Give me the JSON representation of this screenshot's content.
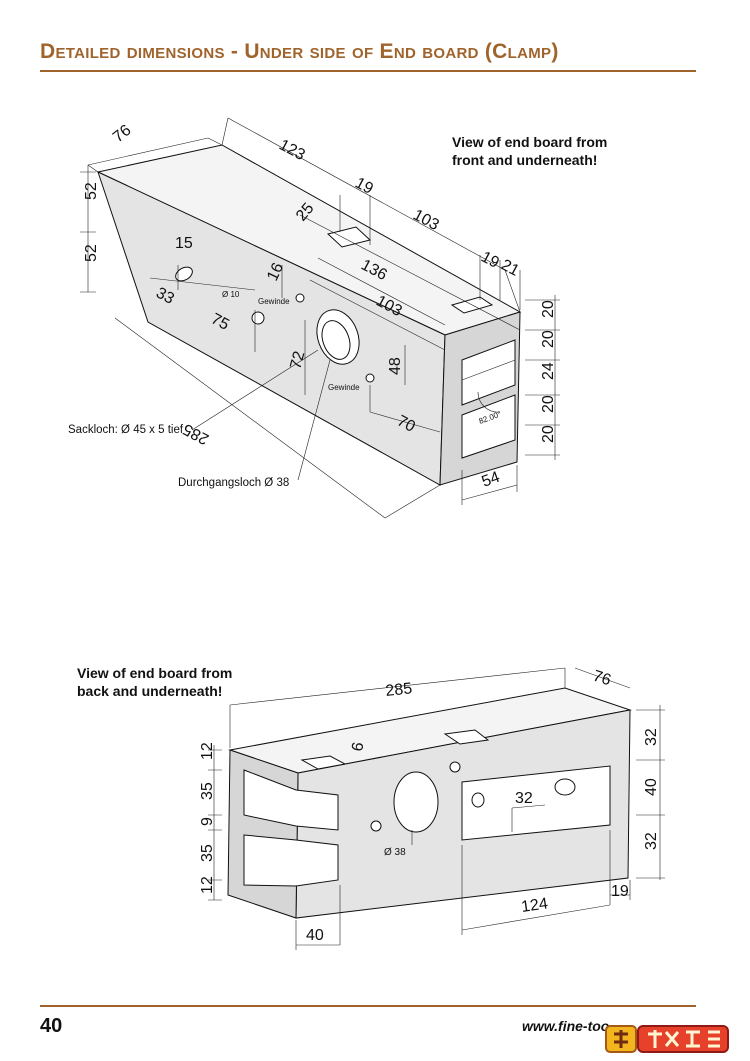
{
  "header": {
    "title": "Detailed dimensions - Under side of End board (Clamp)"
  },
  "footer": {
    "page_number": "40",
    "website": "www.fine-too",
    "watermark_text": "m 木工爱好者"
  },
  "figure_top": {
    "caption_line1": "View of end board from",
    "caption_line2": "front and underneath!",
    "dims": [
      "76",
      "123",
      "52",
      "52",
      "19",
      "25",
      "103",
      "15",
      "19",
      "21",
      "136",
      "16",
      "33",
      "Ø 10",
      "Gewinde",
      "103",
      "75",
      "72",
      "48",
      "Gewinde",
      "70",
      "285",
      "20",
      "20",
      "24",
      "20",
      "20",
      "82.00°",
      "54"
    ],
    "label_sackloch": "Sackloch: Ø 45 x 5 tief",
    "label_durchgangsloch": "Durchgangsloch Ø 38"
  },
  "figure_bottom": {
    "caption_line1": "View of end board from",
    "caption_line2": "back and underneath!",
    "dims": [
      "285",
      "76",
      "12",
      "35",
      "9",
      "35",
      "12",
      "6",
      "32",
      "40",
      "32",
      "Ø 38",
      "32",
      "124",
      "19",
      "40"
    ]
  },
  "colors": {
    "accent": "#a0632c",
    "face_light": "#f4f4f4",
    "face_mid": "#e6e6e6",
    "face_dark": "#d8d8d8"
  }
}
